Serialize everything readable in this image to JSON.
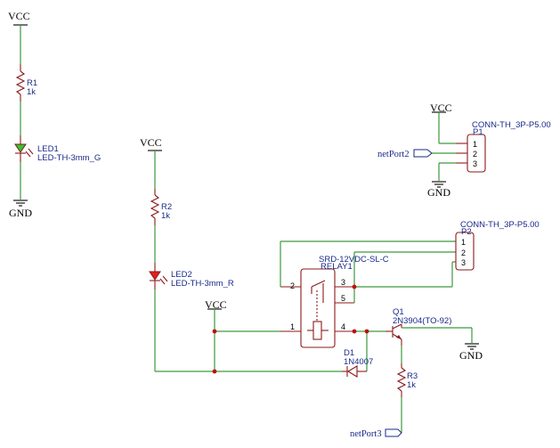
{
  "power": {
    "vcc": "VCC",
    "gnd": "GND"
  },
  "components": {
    "r1": {
      "ref": "R1",
      "value": "1k"
    },
    "r2": {
      "ref": "R2",
      "value": "1k"
    },
    "r3": {
      "ref": "R3",
      "value": "1k"
    },
    "led1": {
      "ref": "LED1",
      "value": "LED-TH-3mm_G"
    },
    "led2": {
      "ref": "LED2",
      "value": "LED-TH-3mm_R"
    },
    "relay1": {
      "ref": "RELAY1",
      "value": "SRD-12VDC-SL-C",
      "pins": [
        "2",
        "3",
        "5",
        "1",
        "4"
      ]
    },
    "d1": {
      "ref": "D1",
      "value": "1N4007"
    },
    "q1": {
      "ref": "Q1",
      "value": "2N3904(TO-92)"
    },
    "p1": {
      "ref": "P1",
      "value": "CONN-TH_3P-P5.00",
      "pins": [
        "1",
        "2",
        "3"
      ]
    },
    "p2": {
      "ref": "P2",
      "value": "CONN-TH_3P-P5.00",
      "pins": [
        "1",
        "2",
        "3"
      ]
    }
  },
  "nets": {
    "port2": "netPort2",
    "port3": "netPort3"
  },
  "colors": {
    "wire": "#3c9a3c",
    "component": "#8b1a1a",
    "junction": "#c01010",
    "label": "#1a2a8a",
    "led_green": "#2ec82e",
    "led_red": "#e02020"
  }
}
